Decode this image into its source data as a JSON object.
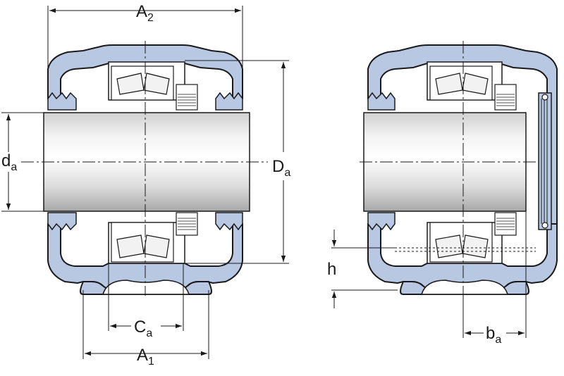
{
  "figure": {
    "labels": {
      "A2": {
        "main": "A",
        "sub": "2"
      },
      "A1": {
        "main": "A",
        "sub": "1"
      },
      "Ca": {
        "main": "C",
        "sub": "a"
      },
      "da": {
        "main": "d",
        "sub": "a"
      },
      "Da": {
        "main": "D",
        "sub": "a"
      },
      "h": {
        "main": "h",
        "sub": ""
      },
      "ba": {
        "main": "b",
        "sub": "a"
      }
    },
    "colors": {
      "housing": "#b9c8e2",
      "outline": "#1a1a1a",
      "shaft_light": "#ffffff",
      "shaft_dark": "#b0b0b0"
    }
  }
}
